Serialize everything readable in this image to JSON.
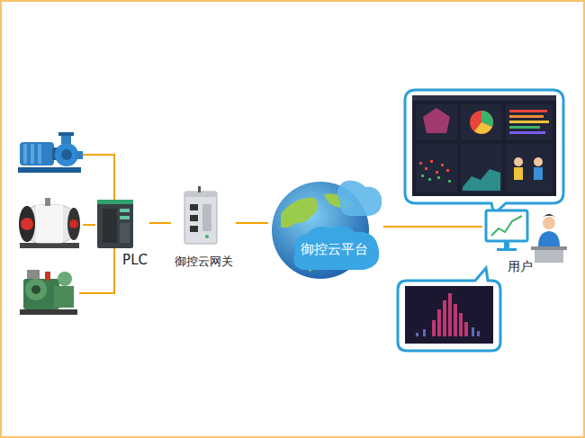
{
  "diagram": {
    "nodes": [
      {
        "text": [
          "PLC"
        ]
      },
      {
        "text": [
          "御控云网关"
        ]
      },
      {
        "text": [
          "御控云平台"
        ]
      },
      {
        "text": [
          "用户"
        ]
      }
    ],
    "edges": [
      {
        "from": 0,
        "to": 1,
        "arrow": "none"
      },
      {
        "from": 1,
        "to": 2,
        "arrow": "none"
      },
      {
        "from": 2,
        "to": 3,
        "arrow": "none"
      }
    ]
  }
}
